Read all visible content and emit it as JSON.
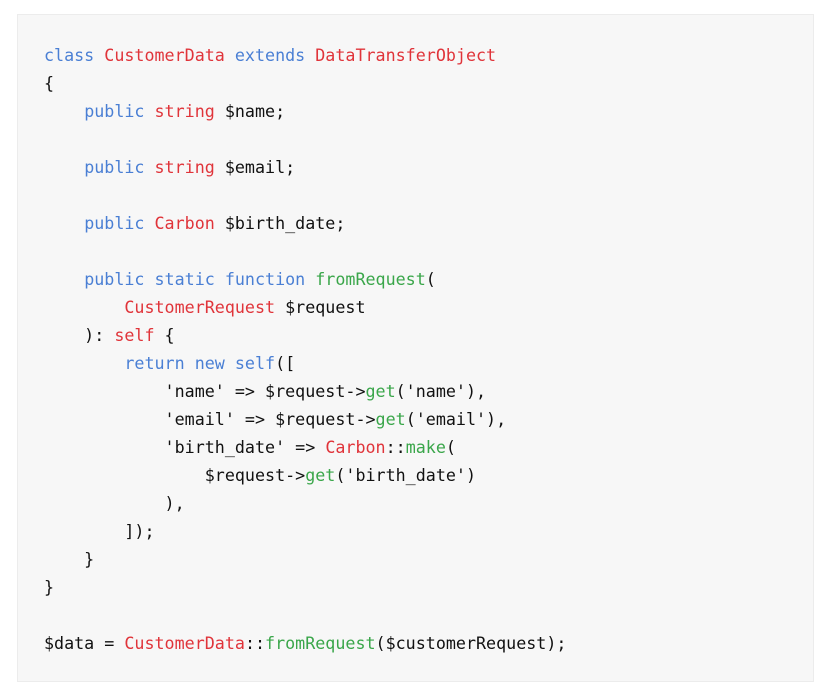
{
  "colors": {
    "background": "#f7f7f7",
    "keyword": "#4a7fd4",
    "type": "#e0343a",
    "method": "#3aa64a",
    "plain": "#111111"
  },
  "code": {
    "language": "php",
    "lines": [
      [
        {
          "t": "keyword",
          "v": "class"
        },
        {
          "t": "plain",
          "v": " "
        },
        {
          "t": "type",
          "v": "CustomerData"
        },
        {
          "t": "plain",
          "v": " "
        },
        {
          "t": "keyword",
          "v": "extends"
        },
        {
          "t": "plain",
          "v": " "
        },
        {
          "t": "type",
          "v": "DataTransferObject"
        }
      ],
      [
        {
          "t": "plain",
          "v": "{"
        }
      ],
      [
        {
          "t": "plain",
          "v": "    "
        },
        {
          "t": "keyword",
          "v": "public"
        },
        {
          "t": "plain",
          "v": " "
        },
        {
          "t": "type",
          "v": "string"
        },
        {
          "t": "plain",
          "v": " $name;"
        }
      ],
      [],
      [
        {
          "t": "plain",
          "v": "    "
        },
        {
          "t": "keyword",
          "v": "public"
        },
        {
          "t": "plain",
          "v": " "
        },
        {
          "t": "type",
          "v": "string"
        },
        {
          "t": "plain",
          "v": " $email;"
        }
      ],
      [],
      [
        {
          "t": "plain",
          "v": "    "
        },
        {
          "t": "keyword",
          "v": "public"
        },
        {
          "t": "plain",
          "v": " "
        },
        {
          "t": "type",
          "v": "Carbon"
        },
        {
          "t": "plain",
          "v": " $birth_date;"
        }
      ],
      [],
      [
        {
          "t": "plain",
          "v": "    "
        },
        {
          "t": "keyword",
          "v": "public"
        },
        {
          "t": "plain",
          "v": " "
        },
        {
          "t": "keyword",
          "v": "static"
        },
        {
          "t": "plain",
          "v": " "
        },
        {
          "t": "keyword",
          "v": "function"
        },
        {
          "t": "plain",
          "v": " "
        },
        {
          "t": "method",
          "v": "fromRequest"
        },
        {
          "t": "plain",
          "v": "("
        }
      ],
      [
        {
          "t": "plain",
          "v": "        "
        },
        {
          "t": "type",
          "v": "CustomerRequest"
        },
        {
          "t": "plain",
          "v": " $request"
        }
      ],
      [
        {
          "t": "plain",
          "v": "    ): "
        },
        {
          "t": "type",
          "v": "self"
        },
        {
          "t": "plain",
          "v": " {"
        }
      ],
      [
        {
          "t": "plain",
          "v": "        "
        },
        {
          "t": "keyword",
          "v": "return"
        },
        {
          "t": "plain",
          "v": " "
        },
        {
          "t": "keyword",
          "v": "new"
        },
        {
          "t": "plain",
          "v": " "
        },
        {
          "t": "keyword",
          "v": "self"
        },
        {
          "t": "plain",
          "v": "(["
        }
      ],
      [
        {
          "t": "plain",
          "v": "            'name' => $request->"
        },
        {
          "t": "method",
          "v": "get"
        },
        {
          "t": "plain",
          "v": "('name'),"
        }
      ],
      [
        {
          "t": "plain",
          "v": "            'email' => $request->"
        },
        {
          "t": "method",
          "v": "get"
        },
        {
          "t": "plain",
          "v": "('email'),"
        }
      ],
      [
        {
          "t": "plain",
          "v": "            'birth_date' => "
        },
        {
          "t": "type",
          "v": "Carbon"
        },
        {
          "t": "plain",
          "v": "::"
        },
        {
          "t": "method",
          "v": "make"
        },
        {
          "t": "plain",
          "v": "("
        }
      ],
      [
        {
          "t": "plain",
          "v": "                $request->"
        },
        {
          "t": "method",
          "v": "get"
        },
        {
          "t": "plain",
          "v": "('birth_date')"
        }
      ],
      [
        {
          "t": "plain",
          "v": "            ),"
        }
      ],
      [
        {
          "t": "plain",
          "v": "        ]);"
        }
      ],
      [
        {
          "t": "plain",
          "v": "    }"
        }
      ],
      [
        {
          "t": "plain",
          "v": "}"
        }
      ],
      [],
      [
        {
          "t": "plain",
          "v": "$data = "
        },
        {
          "t": "type",
          "v": "CustomerData"
        },
        {
          "t": "plain",
          "v": "::"
        },
        {
          "t": "method",
          "v": "fromRequest"
        },
        {
          "t": "plain",
          "v": "($customerRequest);"
        }
      ]
    ]
  }
}
